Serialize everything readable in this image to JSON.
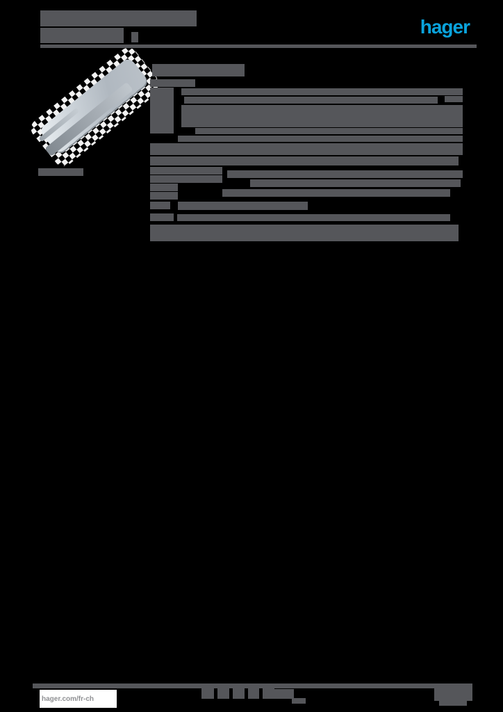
{
  "colors": {
    "page_background": "#000000",
    "redaction_bar": "#55565a",
    "logo_blue": "#0aa3dc",
    "footer_box_background": "#ffffff",
    "footer_link_text": "#8f9093",
    "product_silver_light": "#e9eef1",
    "product_silver_dark": "#b0b8c0"
  },
  "logo": {
    "text": "hager"
  },
  "footer": {
    "link": "hager.com/fr-ch"
  },
  "redactions": {
    "header_title": [
      [
        58,
        15,
        225,
        23
      ],
      [
        58,
        40,
        120,
        22
      ],
      [
        189,
        46,
        10,
        15
      ]
    ],
    "header_rule": [
      [
        58,
        64,
        628,
        5
      ]
    ],
    "product_code": [
      [
        55,
        242,
        65,
        11
      ]
    ],
    "info_heading": [
      [
        219,
        92,
        133,
        18
      ]
    ],
    "info_table": [
      [
        216,
        114,
        65,
        11
      ],
      [
        216,
        126,
        34,
        66
      ],
      [
        261,
        127,
        405,
        10
      ],
      [
        265,
        139,
        365,
        10
      ],
      [
        640,
        138,
        26,
        9
      ],
      [
        261,
        151,
        405,
        32
      ],
      [
        281,
        184,
        385,
        9
      ],
      [
        256,
        195,
        410,
        9
      ],
      [
        216,
        206,
        450,
        17
      ]
    ],
    "spec_table": [
      [
        216,
        225,
        444,
        13
      ],
      [
        216,
        240,
        104,
        11
      ],
      [
        216,
        252,
        104,
        11
      ],
      [
        216,
        264,
        40,
        11
      ],
      [
        216,
        276,
        40,
        11
      ],
      [
        216,
        290,
        29,
        11
      ],
      [
        216,
        307,
        34,
        11
      ],
      [
        327,
        245,
        339,
        11
      ],
      [
        360,
        258,
        303,
        11
      ],
      [
        320,
        272,
        328,
        11
      ],
      [
        256,
        290,
        187,
        12
      ],
      [
        255,
        308,
        393,
        10
      ],
      [
        216,
        323,
        444,
        24
      ]
    ],
    "footer_bars": [
      [
        47,
        983,
        633,
        7
      ],
      [
        290,
        990,
        18,
        15
      ],
      [
        313,
        990,
        17,
        15
      ],
      [
        335,
        990,
        17,
        15
      ],
      [
        357,
        990,
        16,
        15
      ],
      [
        378,
        990,
        17,
        15
      ],
      [
        395,
        991,
        28,
        14
      ],
      [
        420,
        1004,
        20,
        8
      ],
      [
        625,
        990,
        55,
        18
      ],
      [
        632,
        1008,
        40,
        7
      ]
    ]
  }
}
